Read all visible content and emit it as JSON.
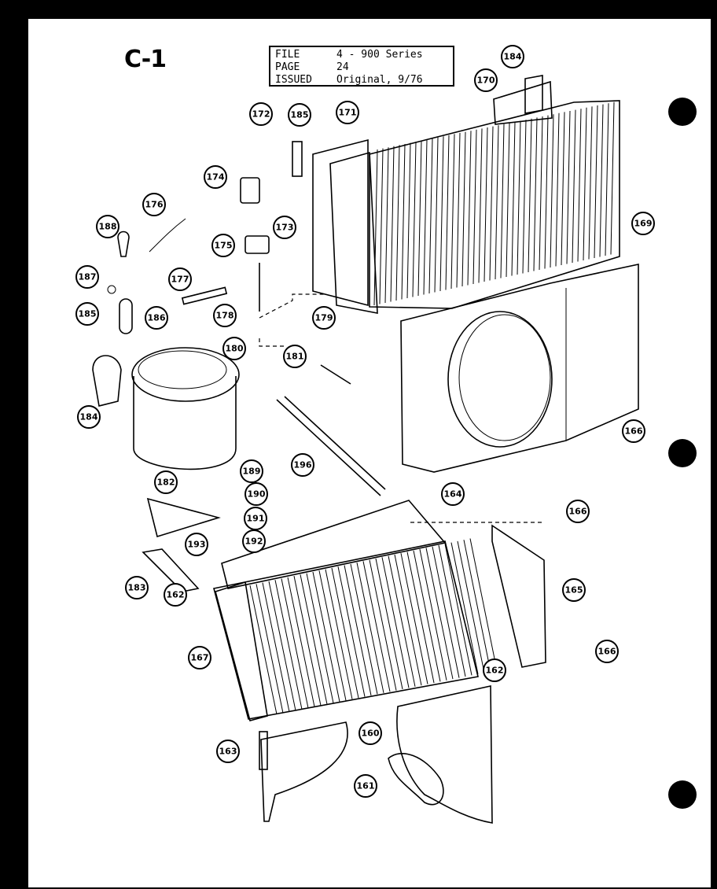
{
  "page_code": "C-1",
  "info": {
    "file_label": "FILE",
    "file_value": "4 - 900 Series",
    "page_label": "PAGE",
    "page_value": "24",
    "issued_label": "ISSUED",
    "issued_value": "Original, 9/76"
  },
  "callouts": [
    "184",
    "170",
    "172",
    "185",
    "171",
    "174",
    "176",
    "188",
    "173",
    "175",
    "169",
    "187",
    "177",
    "185",
    "186",
    "178",
    "179",
    "180",
    "181",
    "184",
    "166",
    "182",
    "189",
    "190",
    "196",
    "164",
    "191",
    "193",
    "192",
    "166",
    "183",
    "162",
    "165",
    "167",
    "166",
    "162",
    "163",
    "160",
    "161"
  ]
}
